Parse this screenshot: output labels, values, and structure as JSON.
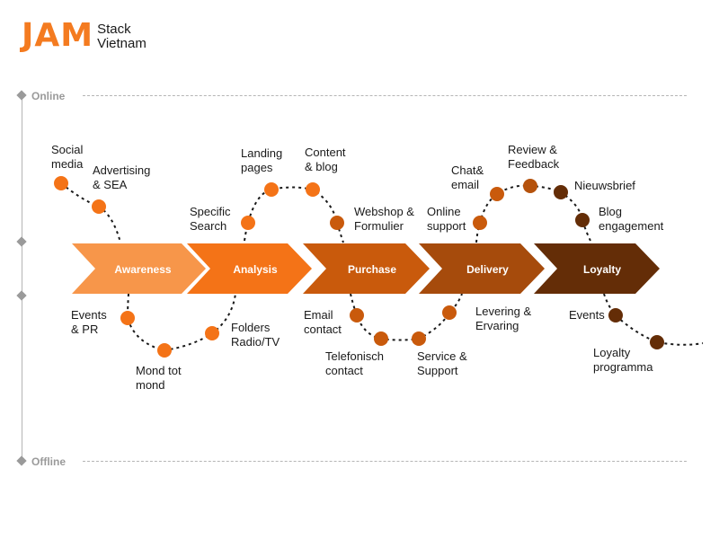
{
  "logo": {
    "mark": "JAM",
    "line1": "Stack",
    "line2": "Vietnam"
  },
  "levels": {
    "online": "Online",
    "offline": "Offline"
  },
  "stages": [
    {
      "label": "Awareness",
      "color": "#f7964a"
    },
    {
      "label": "Analysis",
      "color": "#f47317"
    },
    {
      "label": "Purchase",
      "color": "#c95a0c"
    },
    {
      "label": "Delivery",
      "color": "#a64b0c"
    },
    {
      "label": "Loyalty",
      "color": "#642d07"
    }
  ],
  "touchpoints": {
    "social_media": {
      "lines": [
        "Social",
        "media"
      ],
      "color": "#f47317"
    },
    "advertising_sea": {
      "lines": [
        "Advertising",
        "& SEA"
      ],
      "color": "#f47317"
    },
    "specific_search": {
      "lines": [
        "Specific",
        "Search"
      ],
      "color": "#f47317"
    },
    "landing_pages": {
      "lines": [
        "Landing",
        "pages"
      ],
      "color": "#f47317"
    },
    "content_blog": {
      "lines": [
        "Content",
        "& blog"
      ],
      "color": "#f47317"
    },
    "webshop_formulier": {
      "lines": [
        "Webshop &",
        "Formulier"
      ],
      "color": "#c95a0c"
    },
    "online_support": {
      "lines": [
        "Online",
        "support"
      ],
      "color": "#c95a0c"
    },
    "chat_email": {
      "lines": [
        "Chat&",
        "email"
      ],
      "color": "#c95a0c"
    },
    "review_feedback": {
      "lines": [
        "Review &",
        "Feedback"
      ],
      "color": "#b5520c"
    },
    "nieuwsbrief": {
      "lines": [
        "Nieuwsbrief"
      ],
      "color": "#642d07"
    },
    "blog_engagement": {
      "lines": [
        "Blog",
        "engagement"
      ],
      "color": "#642d07"
    },
    "events_pr": {
      "lines": [
        "Events",
        "& PR"
      ],
      "color": "#f47317"
    },
    "mond_tot_mond": {
      "lines": [
        "Mond tot",
        "mond"
      ],
      "color": "#f47317"
    },
    "folders_radio_tv": {
      "lines": [
        "Folders",
        "Radio/TV"
      ],
      "color": "#f47317"
    },
    "email_contact": {
      "lines": [
        "Email",
        "contact"
      ],
      "color": "#c95a0c"
    },
    "telefonisch_contact": {
      "lines": [
        "Telefonisch",
        "contact"
      ],
      "color": "#c95a0c"
    },
    "service_support": {
      "lines": [
        "Service &",
        "Support"
      ],
      "color": "#c95a0c"
    },
    "levering_ervaring": {
      "lines": [
        "Levering &",
        "Ervaring"
      ],
      "color": "#c95a0c"
    },
    "events_loyalty": {
      "lines": [
        "Events"
      ],
      "color": "#642d07"
    },
    "loyalty_programma": {
      "lines": [
        "Loyalty",
        "programma"
      ],
      "color": "#642d07"
    }
  }
}
